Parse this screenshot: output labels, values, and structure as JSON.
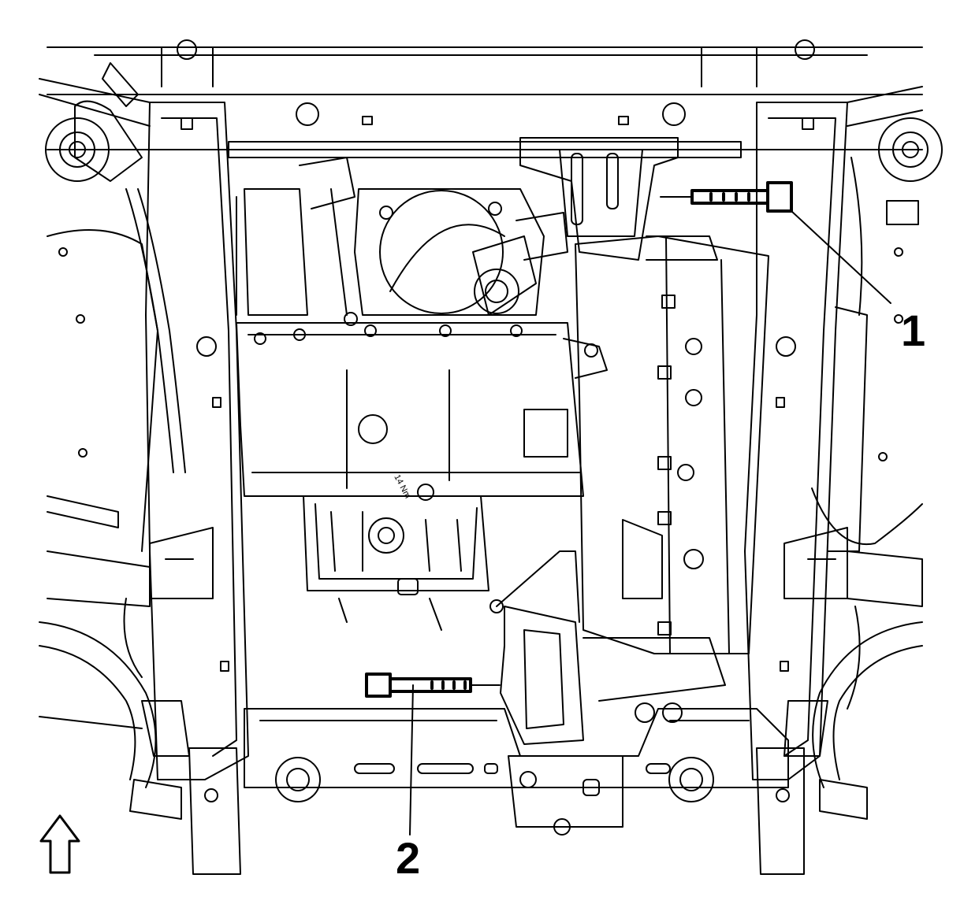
{
  "diagram": {
    "callouts": [
      {
        "id": "1",
        "label": "1"
      },
      {
        "id": "2",
        "label": "2"
      }
    ],
    "torque_label": "14 Nm",
    "orientation_icon": "up-arrow-icon",
    "line_color": "#000000",
    "background_color": "#ffffff"
  }
}
